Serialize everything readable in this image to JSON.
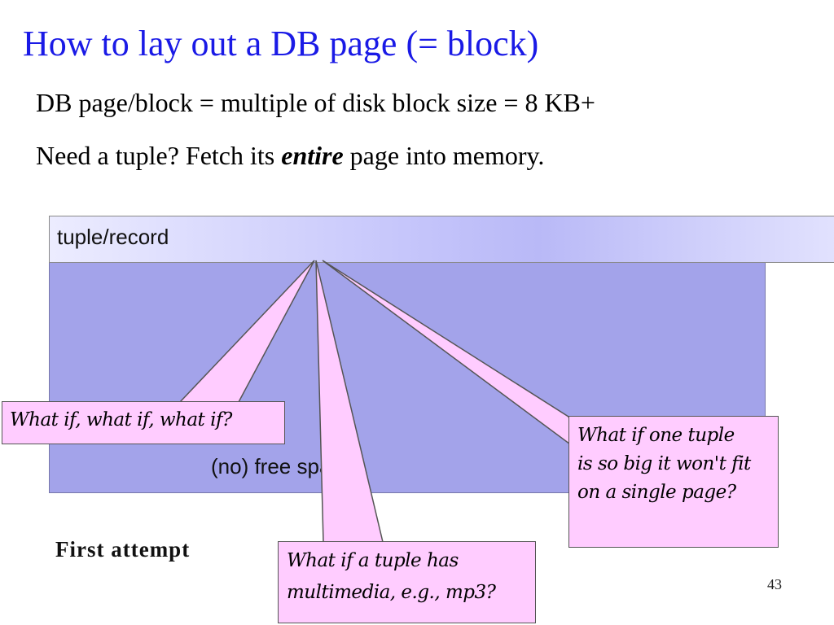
{
  "slide": {
    "title": "How to lay out a DB page (= block)",
    "line1": "DB page/block = multiple of disk block size = 8 KB+",
    "line2_before": "Need a tuple?  Fetch its ",
    "line2_emphasis": "entire",
    "line2_after": " page into memory.",
    "page_number": "43",
    "first_attempt": "First attempt"
  },
  "diagram": {
    "tuple_label": "tuple/record",
    "free_space_label": "(no) free space",
    "colors": {
      "tuple_bar": "#c6c6fb",
      "page_area": "#a3a3ea",
      "callout_fill": "#ffccff",
      "title": "#1a1ae6"
    }
  },
  "callouts": {
    "what_if": "What if, what if, what if?",
    "multimedia_line1": "What if a tuple has",
    "multimedia_line2": "multimedia, e.g., mp3?",
    "too_big_line1": "What if one tuple",
    "too_big_line2": "is so big it won't fit",
    "too_big_line3": "on a single page?"
  }
}
